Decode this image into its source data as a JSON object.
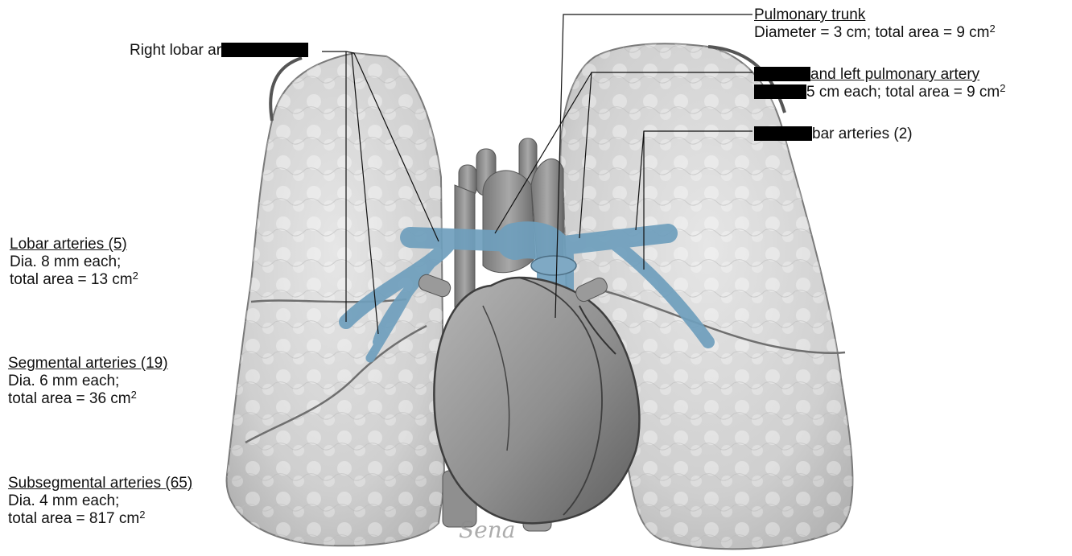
{
  "labels": {
    "right_lobar": {
      "text": "Right lobar ar"
    },
    "pulmonary_trunk": {
      "title": "Pulmonary trunk",
      "detail": "Diameter = 3 cm; total area = 9 cm",
      "sup": "2"
    },
    "right_left_pa": {
      "title": "and left pulmonary artery",
      "detail": "5 cm each; total area = 9 cm",
      "sup": "2"
    },
    "left_lobar": {
      "text": "bar arteries (2)"
    },
    "lobar": {
      "title": "Lobar arteries (5)",
      "line1": "Dia. 8 mm each;",
      "line2": "total area = 13 cm",
      "sup": "2"
    },
    "segmental": {
      "title": "Segmental arteries (19)",
      "line1": "Dia. 6 mm each;",
      "line2": "total area = 36 cm",
      "sup": "2"
    },
    "subsegmental": {
      "title": "Subsegmental arteries (65)",
      "line1": "Dia. 4 mm each;",
      "line2": "total area = 817 cm",
      "sup": "2"
    }
  },
  "signature": "Sena",
  "colors": {
    "lung": "#d3d3d3",
    "heart": "#8c8c8c",
    "artery_blue": "#6f9fbd",
    "leader_line": "#111111"
  }
}
